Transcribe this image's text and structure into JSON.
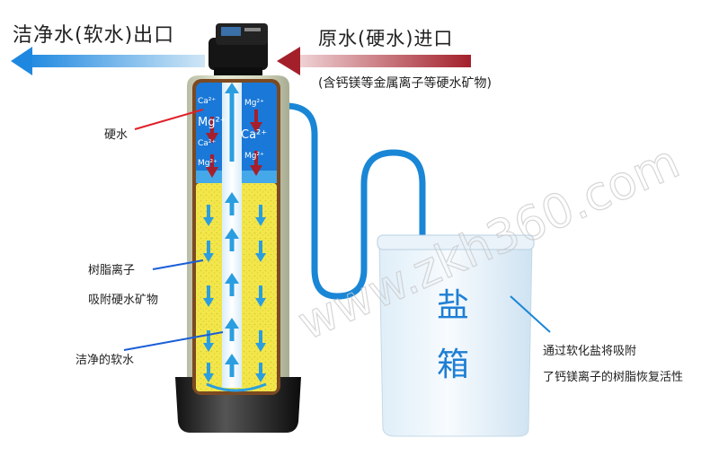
{
  "header": {
    "outlet_label": "洁净水(软水)出口",
    "inlet_label": "原水(硬水)进口",
    "inlet_note": "(含钙镁等金属离子等硬水矿物)"
  },
  "tank": {
    "hard_water_label": "硬水",
    "resin_label_line1": "树脂离子",
    "resin_label_line2": "吸附硬水矿物",
    "soft_water_label": "洁净的软水",
    "ions_left": [
      "Ca²⁺",
      "Mg²⁺",
      "Ca²⁺",
      "Mg²⁺"
    ],
    "ions_right": [
      "Mg²⁺",
      "Ca²⁺",
      "Mg²⁺"
    ]
  },
  "salt_box": {
    "char1": "盐",
    "char2": "箱",
    "note_line1": "通过软化盐将吸附",
    "note_line2": "了钙镁离子的树脂恢复活性"
  },
  "watermark": "www.zkh360.com",
  "colors": {
    "blue_arrow": "#2a9ee0",
    "red_arrow": "#a61f2c",
    "resin_yellow": "#f2e64a",
    "hard_water_blue": "#1a78d8",
    "tank_body": "#d8dcc4",
    "salt_text": "#1e7fd4"
  }
}
